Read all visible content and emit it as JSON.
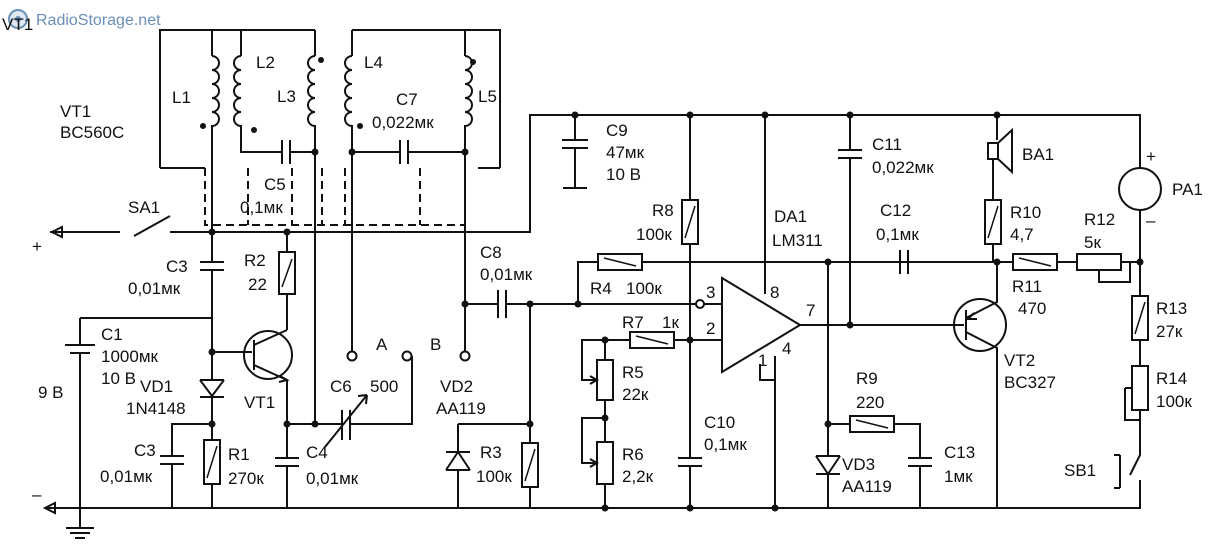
{
  "brand": {
    "text": "RadioStorage.net",
    "accent": "#6a8fb5"
  },
  "labels": {
    "vt1_ref": "VT1",
    "vt1_model": "BC560C",
    "vt1": "VT1",
    "l1": "L1",
    "l2": "L2",
    "l3": "L3",
    "l4": "L4",
    "l5": "L5",
    "c7_ref": "C7",
    "c7_val": "0,022мк",
    "c5_ref": "C5",
    "c5_val": "0,1мк",
    "sa1": "SA1",
    "plus_in": "+",
    "minus_in": "–",
    "c3a_ref": "C3",
    "c3a_val": "0,01мк",
    "r2_ref": "R2",
    "r2_val": "22",
    "c1_ref": "C1",
    "c1_val1": "1000мк",
    "c1_val2": "10 B",
    "bat": "9 B",
    "vd1_ref": "VD1",
    "vd1_model": "1N4148",
    "c3b_ref": "C3",
    "c3b_val": "0,01мк",
    "r1_ref": "R1",
    "r1_val": "270к",
    "c4_ref": "C4",
    "c4_val": "0,01мк",
    "c6_ref": "C6",
    "c6_val": "500",
    "pt_a": "A",
    "pt_b": "B",
    "vd2_ref": "VD2",
    "vd2_model": "AA119",
    "c8_ref": "C8",
    "c8_val": "0,01мк",
    "r3_ref": "R3",
    "r3_val": "100к",
    "c9_ref": "C9",
    "c9_val1": "47мк",
    "c9_val2": "10 B",
    "r8_ref": "R8",
    "r8_val": "100к",
    "r4_ref": "R4",
    "r4_val": "100к",
    "r7_ref": "R7",
    "r7_val": "1к",
    "r5_ref": "R5",
    "r5_val": "22к",
    "r6_ref": "R6",
    "r6_val": "2,2к",
    "c10_ref": "C10",
    "c10_val": "0,1мк",
    "da1_ref": "DA1",
    "da1_model": "LM311",
    "pin3": "3",
    "pin2": "2",
    "pin8": "8",
    "pin7": "7",
    "pin4": "4",
    "pin1": "1",
    "c11_ref": "C11",
    "c11_val": "0,022мк",
    "c12_ref": "C12",
    "c12_val": "0,1мк",
    "r9_ref": "R9",
    "r9_val": "220",
    "vd3_ref": "VD3",
    "vd3_model": "AA119",
    "c13_ref": "C13",
    "c13_val": "1мк",
    "ba1": "BA1",
    "r10_ref": "R10",
    "r10_val": "4,7",
    "r12_ref": "R12",
    "r12_val": "5к",
    "r11_ref": "R11",
    "r11_val": "470",
    "vt2_ref": "VT2",
    "vt2_model": "BC327",
    "pa1": "PA1",
    "pa_plus": "+",
    "pa_minus": "–",
    "r13_ref": "R13",
    "r13_val": "27к",
    "r14_ref": "R14",
    "r14_val": "100к",
    "sb1": "SB1"
  }
}
